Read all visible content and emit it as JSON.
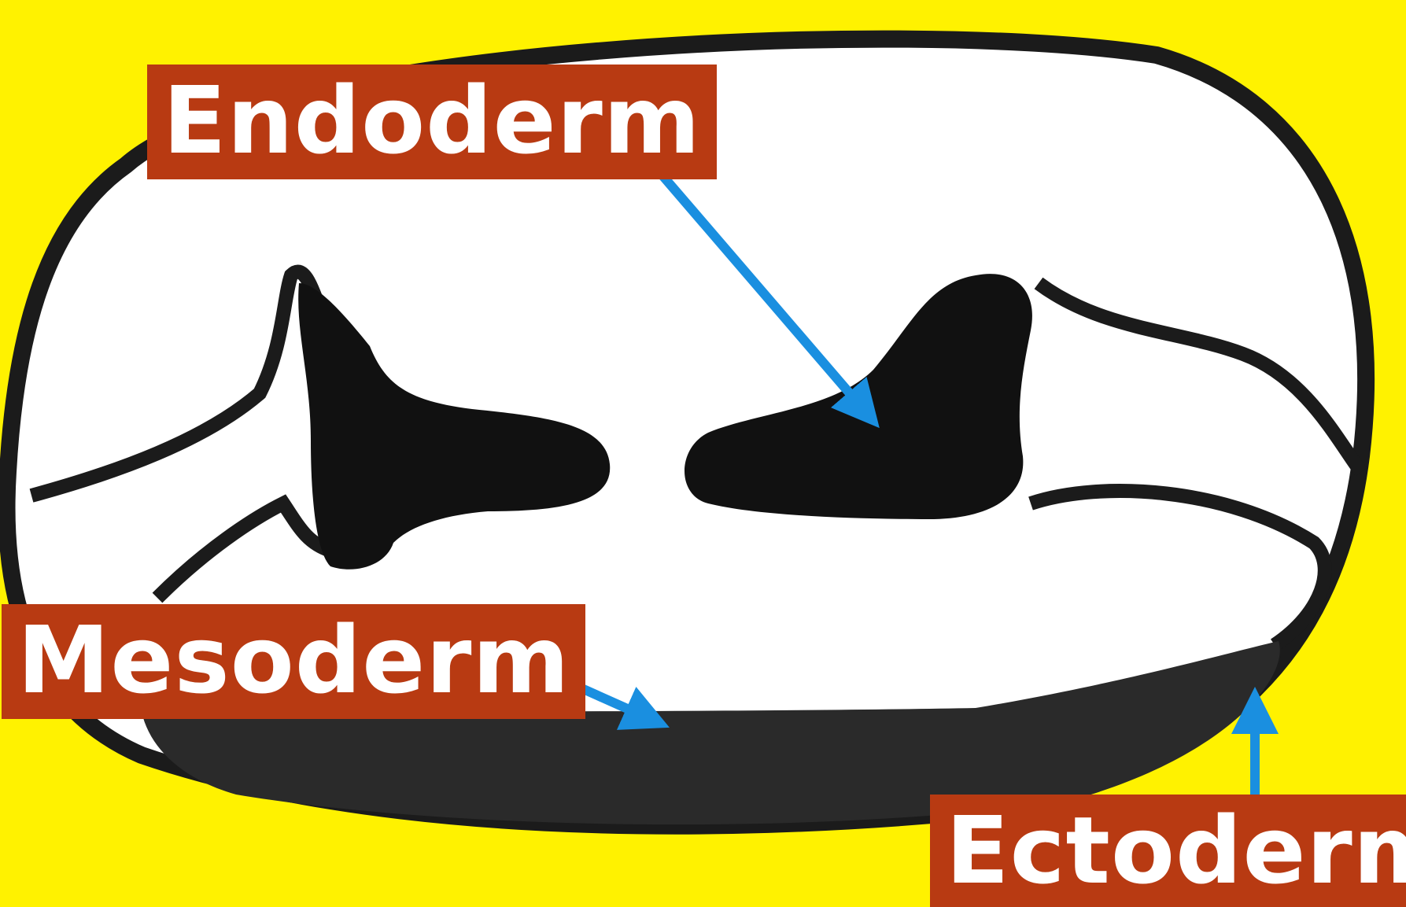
{
  "labels": {
    "endoderm": "Endoderm",
    "mesoderm": "Mesoderm",
    "ectoderm": "Ectoderm"
  },
  "colors": {
    "background": "#fff200",
    "label_fill": "#b83a12",
    "label_text": "#ffffff",
    "arrow": "#1a8fe0",
    "tissue": "#111111",
    "cavity": "#ffffff"
  },
  "icons": {
    "arrow": "arrow-icon"
  }
}
